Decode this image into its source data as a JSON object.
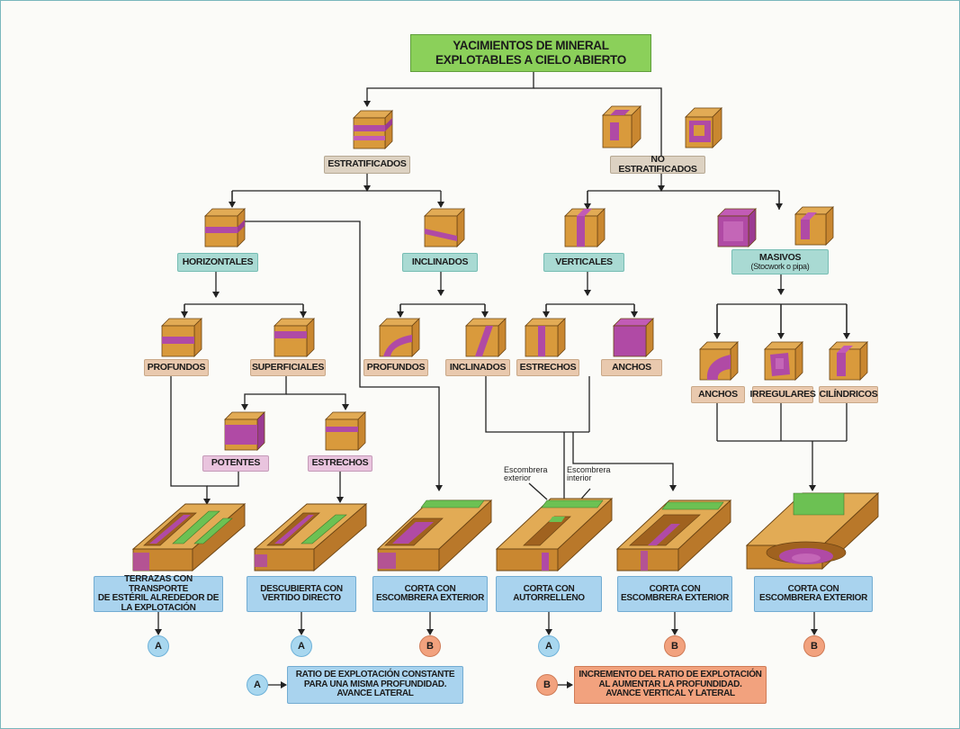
{
  "title": {
    "line1": "YACIMIENTOS DE MINERAL",
    "line2": "EXPLOTABLES A CIELO ABIERTO"
  },
  "categories": {
    "estratificados": "ESTRATIFICADOS",
    "no_estratificados": "NO ESTRATIFICADOS",
    "horizontales": "HORIZONTALES",
    "inclinados": "INCLINADOS",
    "verticales": "VERTICALES",
    "masivos": "MASIVOS",
    "masivos_sub": "(Stocwork o pipa)"
  },
  "subcategories": {
    "profundos_h": "PROFUNDOS",
    "superficiales": "SUPERFICIALES",
    "profundos_i": "PROFUNDOS",
    "inclinados_i": "INCLINADOS",
    "estrechos_v": "ESTRECHOS",
    "anchos_v": "ANCHOS",
    "anchos_m": "ANCHOS",
    "irregulares": "IRREGULARES",
    "cilindricos": "CILÍNDRICOS",
    "potentes": "POTENTES",
    "estrechos_s": "ESTRECHOS"
  },
  "methods": [
    {
      "l1": "TERRAZAS CON TRANSPORTE",
      "l2": "DE ESTÉRIL ALREDEDOR DE",
      "l3": "LA EXPLOTACIÓN",
      "code": "A"
    },
    {
      "l1": "DESCUBIERTA CON",
      "l2": "VERTIDO DIRECTO",
      "l3": "",
      "code": "A"
    },
    {
      "l1": "CORTA CON",
      "l2": "ESCOMBRERA EXTERIOR",
      "l3": "",
      "code": "B"
    },
    {
      "l1": "CORTA CON",
      "l2": "AUTORRELLENO",
      "l3": "",
      "code": "A"
    },
    {
      "l1": "CORTA CON",
      "l2": "ESCOMBRERA EXTERIOR",
      "l3": "",
      "code": "B"
    },
    {
      "l1": "CORTA CON",
      "l2": "ESCOMBRERA EXTERIOR",
      "l3": "",
      "code": "B"
    }
  ],
  "annotations": {
    "exterior": "Escombrera exterior",
    "interior": "Escombrera interior"
  },
  "legend": {
    "a_code": "A",
    "a_l1": "RATIO DE EXPLOTACIÓN CONSTANTE",
    "a_l2": "PARA UNA MISMA PROFUNDIDAD.",
    "a_l3": "AVANCE LATERAL",
    "b_code": "B",
    "b_l1": "INCREMENTO DEL RATIO DE EXPLOTACIÓN",
    "b_l2": "AL AUMENTAR LA PROFUNDIDAD.",
    "b_l3": "AVANCE VERTICAL Y LATERAL"
  },
  "colors": {
    "ore": "#b04aa5",
    "rock": "#d99a3c",
    "rock_dark": "#b9782a",
    "rock_side": "#c98730",
    "waste_dump": "#6cc153",
    "line": "#222222"
  }
}
